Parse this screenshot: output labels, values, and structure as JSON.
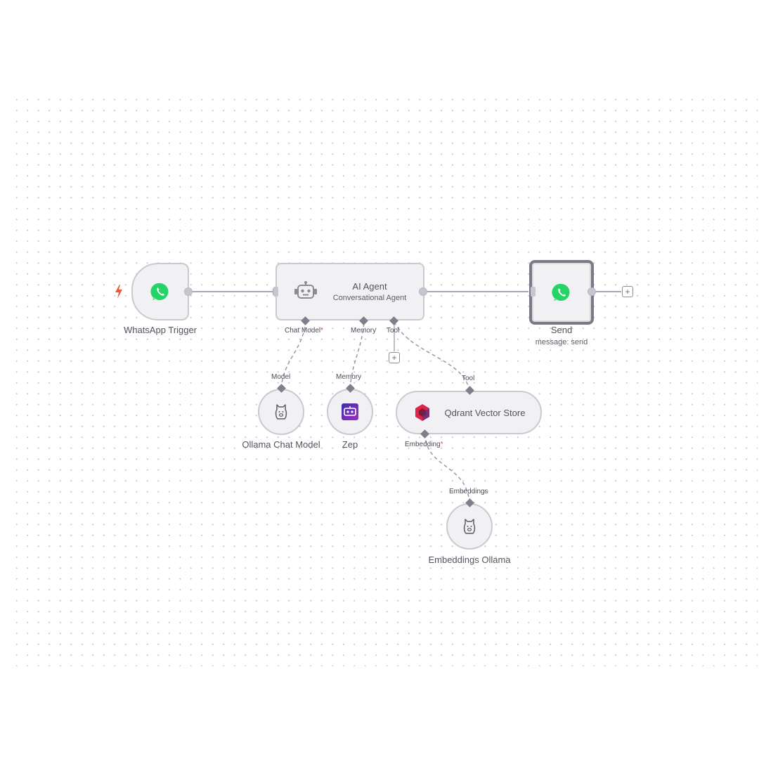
{
  "colors": {
    "node_bg": "#f1f1f3",
    "node_border": "#c9c9d1",
    "selected_border": "#7a7a86",
    "edge_main": "#a8a8b4",
    "edge_sub": "#9a9aa6",
    "whatsapp": "#25d366",
    "trigger_bolt": "#ea5b3a",
    "required_marker": "#e24e4e",
    "zep_brand": "#6b2ea8",
    "qdrant_brand": "#dc244c"
  },
  "nodes": {
    "whatsapp_trigger": {
      "name": "WhatsApp Trigger",
      "icon": "whatsapp-icon"
    },
    "ai_agent": {
      "title": "AI Agent",
      "subtitle": "Conversational Agent",
      "icon": "robot-icon"
    },
    "send": {
      "name": "Send",
      "subtitle": "message: send",
      "icon": "whatsapp-icon"
    },
    "ollama_chat": {
      "name": "Ollama Chat Model",
      "icon": "llama-icon"
    },
    "zep": {
      "name": "Zep",
      "icon": "zep-icon"
    },
    "qdrant": {
      "name": "Qdrant Vector Store",
      "icon": "qdrant-icon"
    },
    "embeddings_ollama": {
      "name": "Embeddings Ollama",
      "icon": "llama-icon"
    }
  },
  "ports": {
    "agent_chat_model": "Chat Model",
    "agent_memory": "Memory",
    "agent_tool": "Tool",
    "ollama_model": "Model",
    "zep_memory": "Memory",
    "qdrant_tool": "Tool",
    "qdrant_embedding": "Embedding",
    "embeddings_out": "Embeddings",
    "required_mark": "*"
  },
  "add_icon": "+"
}
